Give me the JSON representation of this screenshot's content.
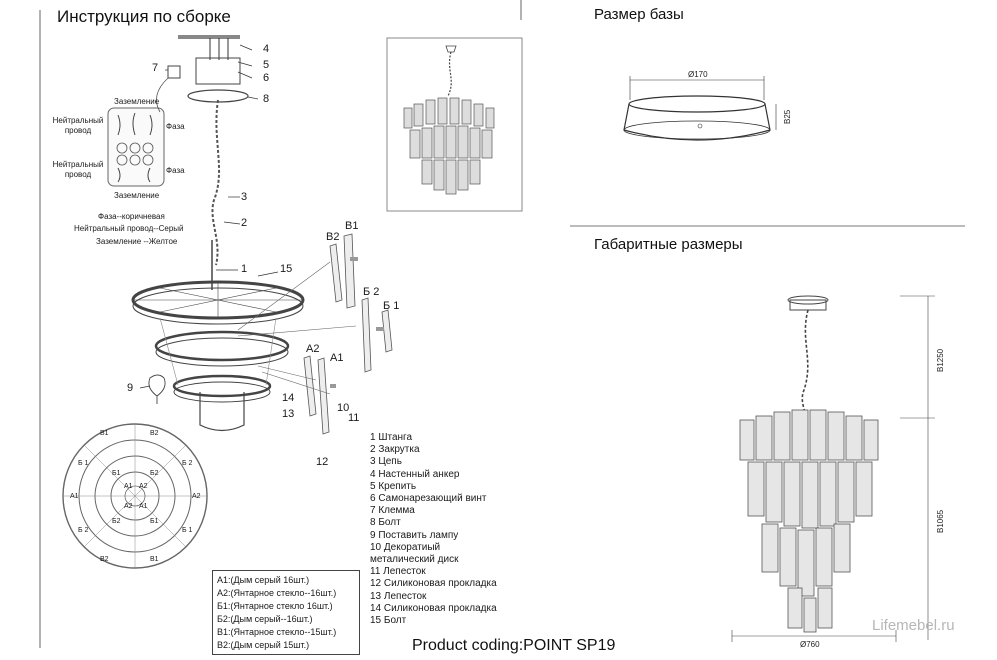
{
  "headings": {
    "assembly": "Инструкция по сборке",
    "base_size": "Размер базы",
    "overall_size": "Габаритные размеры"
  },
  "wiring": {
    "ground_top": "Заземление",
    "neutral_top": "Нейтральный провод",
    "phase_top": "Фаза",
    "neutral_bottom": "Нейтральный провод",
    "phase_bottom": "Фаза",
    "ground_bottom": "Заземление",
    "color_phase": "Фаза--коричневая",
    "color_neutral": "Нейтральный провод--Серый",
    "color_ground": "Заземление --Желтое"
  },
  "callouts": [
    "1",
    "2",
    "3",
    "4",
    "5",
    "6",
    "7",
    "8",
    "9",
    "10",
    "11",
    "12",
    "13",
    "14",
    "15"
  ],
  "piece_labels": {
    "b2": "B2",
    "b1": "B1",
    "bb2": "Б 2",
    "bb1": "Б 1",
    "a2": "A2",
    "a1": "A1"
  },
  "parts_list": [
    "1  Штанга",
    "2  Закрутка",
    "3  Цепь",
    "4  Настенный анкер",
    "5  Крепить",
    "6  Самонарезающий винт",
    "7  Клемма",
    "8  Болт",
    "9 Поставить лампу",
    "10  Декоратиый",
    "      металический диск",
    "11 Лепесток",
    "12 Силиконовая прокладка",
    "13 Лепесток",
    "14 Силиконовая прокладка",
    "15 Болт"
  ],
  "glass_legend": [
    "A1:(Дым серый 16шт.)",
    "A2:(Янтарное стекло--16шт.)",
    "Б1:(Янтарное стекло 16шт.)",
    "Б2:(Дым серый--16шт.)",
    "B1:(Янтарное стекло--15шт.)",
    "B2:(Дым серый 15шт.)"
  ],
  "ring_labels": [
    "B1",
    "B2",
    "Б 1",
    "Б 2",
    "A1",
    "A2",
    "Б1",
    "Б2"
  ],
  "dimensions": {
    "base_diameter": "Ø170",
    "base_height": "B25",
    "total_height": "B1250",
    "body_height": "B1065",
    "body_diameter": "Ø760"
  },
  "product_coding": "Product coding:POINT SP19",
  "watermark": "Lifemebel.ru"
}
